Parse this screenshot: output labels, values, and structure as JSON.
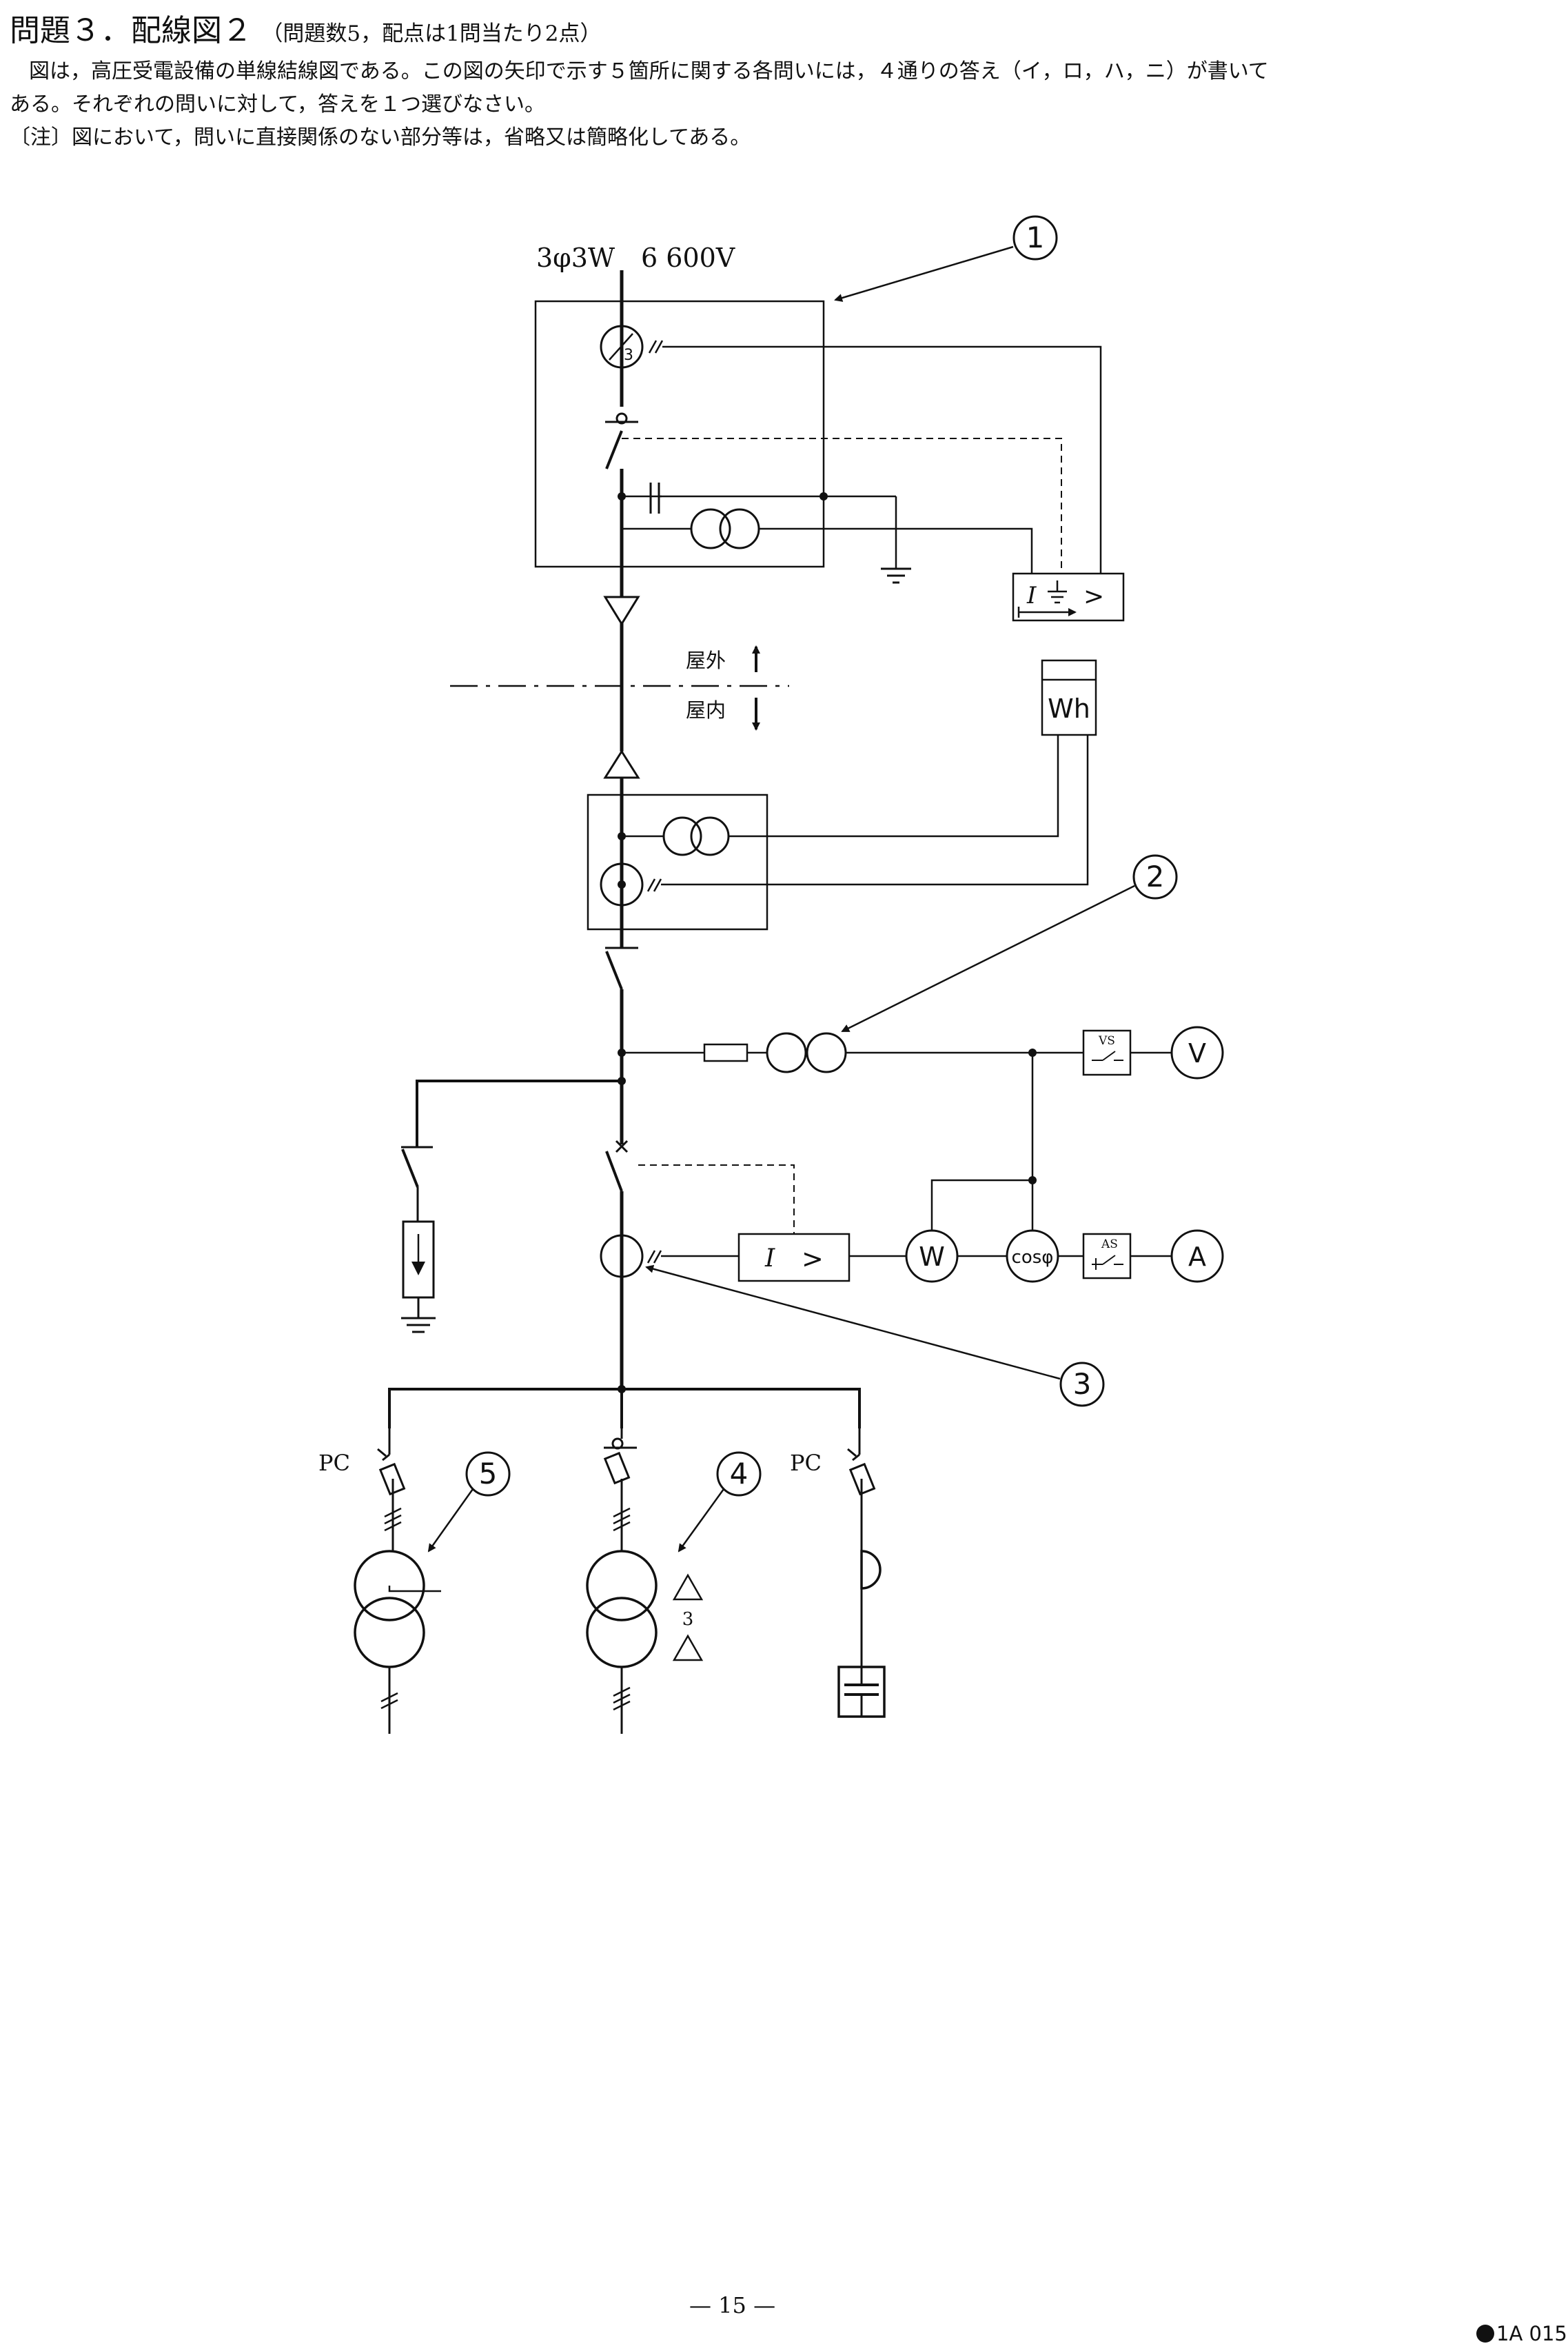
{
  "header": {
    "title": "問題３．配線図２",
    "subtitle": "（問題数5，配点は1問当たり2点）",
    "lines": [
      "図は，高圧受電設備の単線結線図である。この図の矢印で示す５箇所に関する各問いには，４通りの答え（イ，ロ，ハ，ニ）が書いて",
      "ある。それぞれの問いに対して，答えを１つ選びなさい。",
      "〔注〕図において，問いに直接関係のない部分等は，省略又は簡略化してある。"
    ]
  },
  "diagram": {
    "supply": "3φ3W　6 600V",
    "ct3": "3",
    "zct_relay": "I ⏚ >",
    "outdoor": "屋外",
    "indoor": "屋内",
    "wh": "Wh",
    "vs": "VS",
    "v": "V",
    "oc_relay": "I >",
    "w": "W",
    "cos": "cosφ",
    "as": "AS",
    "a": "A",
    "pc_left": "PC",
    "pc_right": "PC",
    "delta3": "3",
    "markers": [
      "1",
      "2",
      "3",
      "4",
      "5"
    ]
  },
  "footer": {
    "page": "— 15 —",
    "code": "1A 015"
  }
}
